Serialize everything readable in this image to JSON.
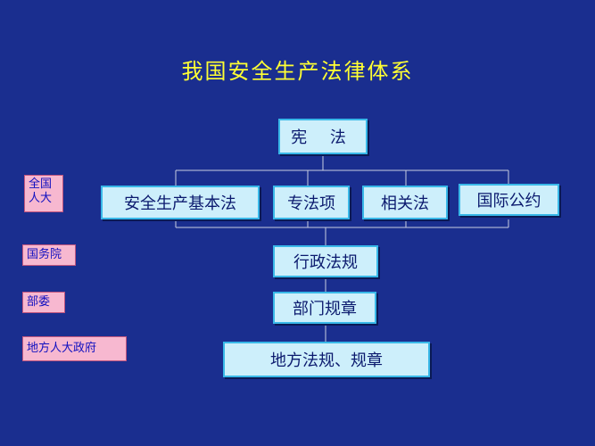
{
  "title": "我国安全生产法律体系",
  "boxes": {
    "constitution": "宪 法",
    "safety_law": "安全生产基本法",
    "special_law": "专法项",
    "related_law": "相关法",
    "intl_convention": "国际公约",
    "admin_regulations": "行政法规",
    "dept_rules": "部门规章",
    "local_regulations": "地方法规、规章"
  },
  "sidebar": {
    "npc_line1": "全国",
    "npc_line2": "人大",
    "state_council": "国务院",
    "ministries": "部委",
    "local_gov": "地方人大政府"
  },
  "colors": {
    "background": "#1a2e8f",
    "title": "#ffff33",
    "box_fill": "#cdeffb",
    "box_border": "#39b8e8",
    "side_fill": "#f7b8d0",
    "side_text": "#1010c0"
  }
}
